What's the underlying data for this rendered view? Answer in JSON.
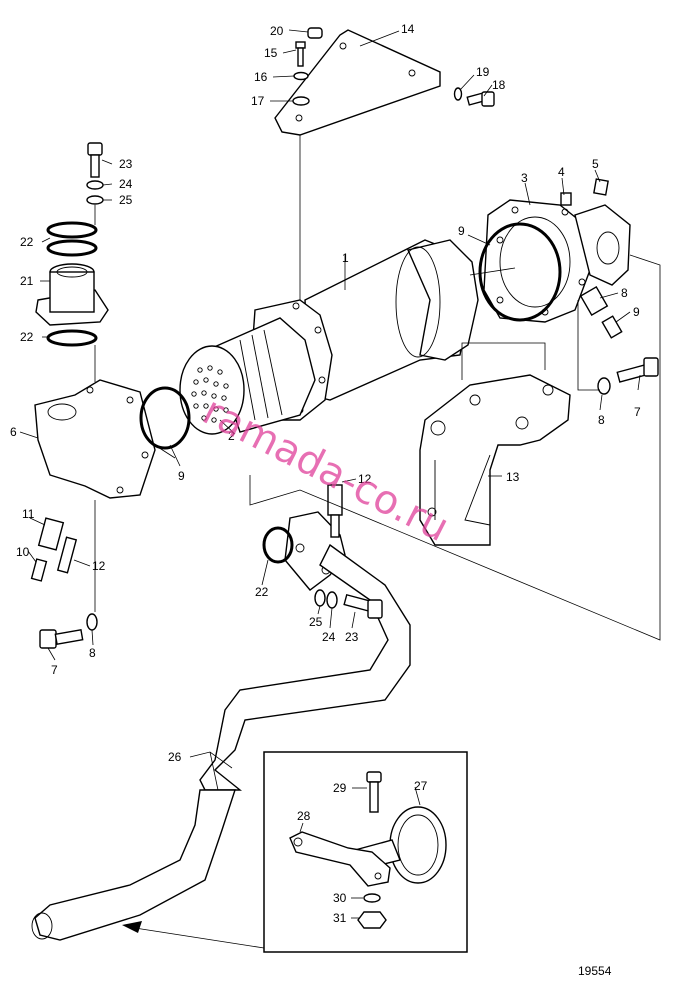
{
  "diagram": {
    "drawing_number": "19554",
    "watermark": "ramada-co.ru",
    "callouts": {
      "c1": "1",
      "c2": "2",
      "c3": "3",
      "c4": "4",
      "c5": "5",
      "c6": "6",
      "c7a": "7",
      "c7b": "7",
      "c8a": "8",
      "c8b": "8",
      "c8c": "8",
      "c9a": "9",
      "c9b": "9",
      "c9c": "9",
      "c10": "10",
      "c11": "11",
      "c12a": "12",
      "c12b": "12",
      "c13": "13",
      "c14": "14",
      "c15": "15",
      "c16": "16",
      "c17": "17",
      "c18": "18",
      "c19": "19",
      "c20": "20",
      "c21": "21",
      "c22a": "22",
      "c22b": "22",
      "c22c": "22",
      "c23a": "23",
      "c23b": "23",
      "c24a": "24",
      "c24b": "24",
      "c25a": "25",
      "c25b": "25",
      "c26": "26",
      "c27": "27",
      "c28": "28",
      "c29": "29",
      "c30": "30",
      "c31": "31"
    }
  }
}
